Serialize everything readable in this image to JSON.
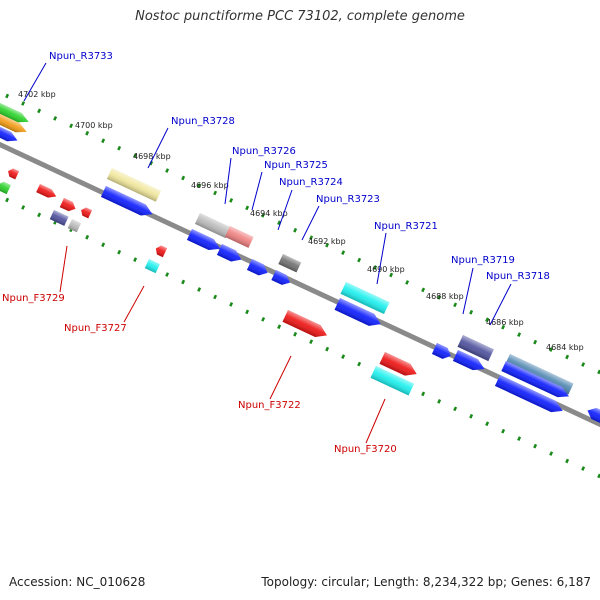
{
  "title": "Nostoc punctiforme PCC 73102, complete genome",
  "footer": {
    "accession": "Accession: NC_010628",
    "summary": "Topology: circular; Length: 8,234,322 bp; Genes: 6,187"
  },
  "colors": {
    "backbone": "#888888",
    "tick": "#1a8a1a",
    "reverse_label": "#0000cc",
    "forward_label": "#cc0000",
    "blue": "#0a1aff",
    "red": "#ee1111",
    "cyan": "#19f0ee",
    "yellow": "#f0e69a",
    "gray": "#b9b9b9",
    "darkgray": "#6f6f6f",
    "slate": "#4c4f9c",
    "pink": "#ef7f7f",
    "green": "#27d126",
    "orange": "#f39b12",
    "steel": "#4f86b0"
  },
  "kbp_labels": [
    "4702 kbp",
    "4700 kbp",
    "4698 kbp",
    "4696 kbp",
    "4694 kbp",
    "4692 kbp",
    "4690 kbp",
    "4688 kbp",
    "4686 kbp",
    "4684 kbp"
  ],
  "gene_labels": {
    "reverse": [
      "Npun_R3733",
      "Npun_R3728",
      "Npun_R3726",
      "Npun_R3725",
      "Npun_R3724",
      "Npun_R3723",
      "Npun_R3721",
      "Npun_R3719",
      "Npun_R3718"
    ],
    "forward": [
      "Npun_F3729",
      "Npun_F3727",
      "Npun_F3722",
      "Npun_F3720"
    ]
  }
}
